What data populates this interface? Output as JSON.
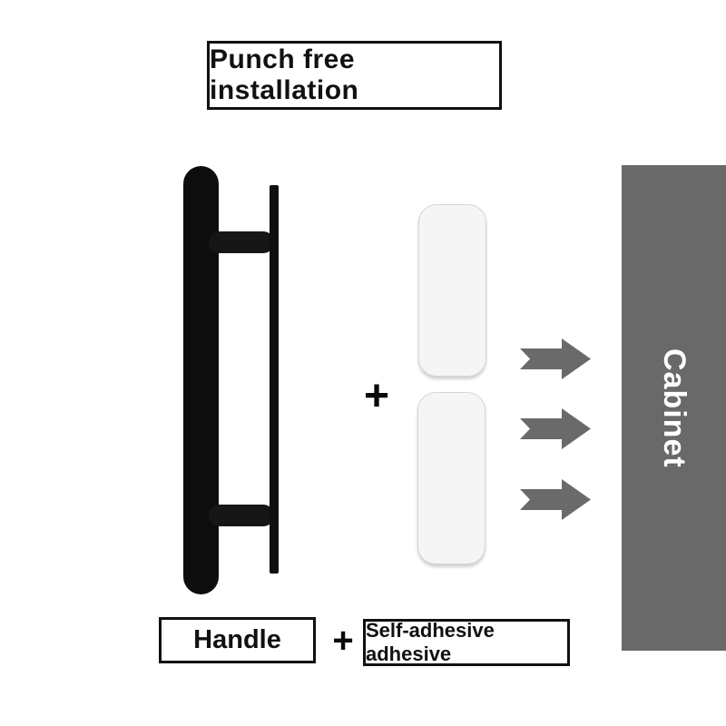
{
  "title": "Punch free installation",
  "handle": {
    "label": "Handle",
    "parts": [
      "bar",
      "plate",
      "standoff-top",
      "standoff-bottom"
    ]
  },
  "adhesive": {
    "label": "Self-adhesive adhesive",
    "pad_count": 2
  },
  "plus_mid": "+",
  "plus_bottom": "+",
  "cabinet": {
    "label": "Cabinet"
  },
  "arrows": {
    "direction": "right",
    "count": 3
  },
  "colors": {
    "background": "#ffffff",
    "handle_black": "#0d0d0d",
    "pad_fill": "#f5f5f5",
    "pad_border": "#d6d6d6",
    "arrow_gray": "#6a6a6a",
    "cabinet_gray": "#696969",
    "text_black": "#111111",
    "cabinet_text": "#ffffff"
  }
}
